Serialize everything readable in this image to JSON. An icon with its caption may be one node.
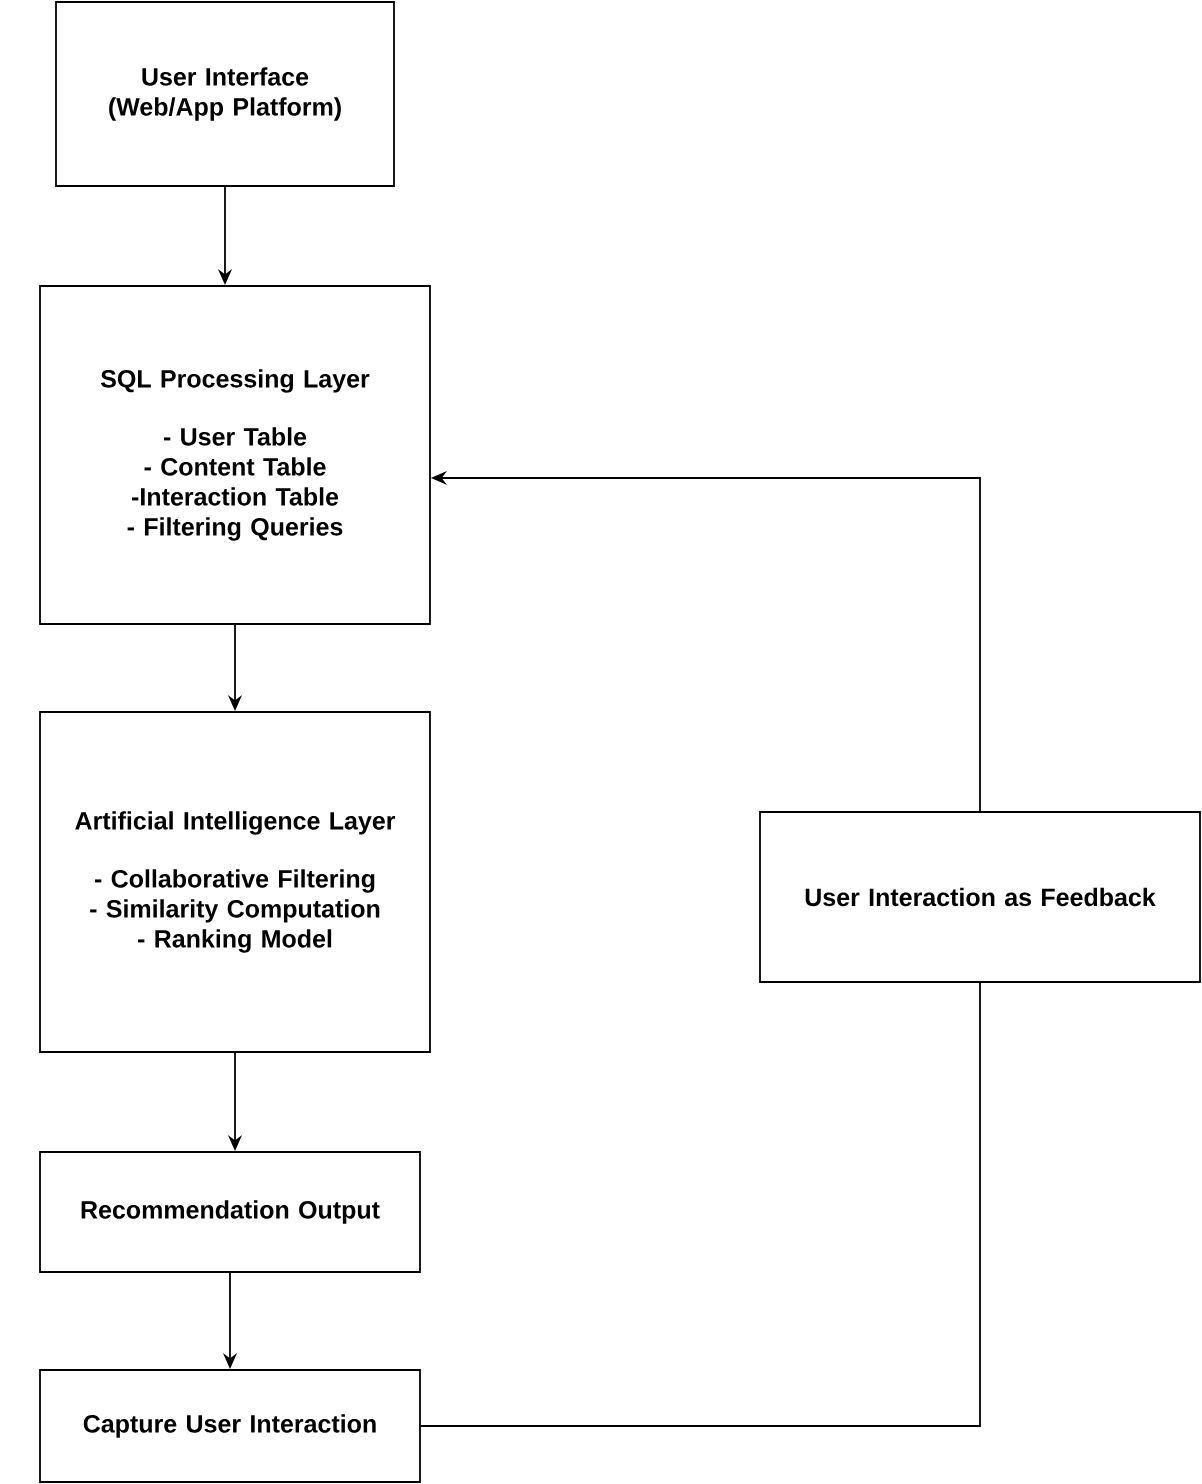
{
  "diagram": {
    "nodes": [
      {
        "text": [
          "User Interface (Web/App Platform)"
        ]
      },
      {
        "text": [
          "SQL Processing Layer",
          "- User Table",
          "- Content Table",
          "-Interaction Table",
          "- Filtering Queries"
        ]
      },
      {
        "text": [
          "Artificial Intelligence Layer",
          "- Collaborative Filtering",
          "- Similarity Computation",
          "- Ranking Model"
        ]
      },
      {
        "text": [
          "Recommendation Output"
        ]
      },
      {
        "text": [
          "Capture User Interaction"
        ]
      },
      {
        "text": [
          "User Interaction as Feedback"
        ]
      }
    ],
    "edges": [
      {
        "from": 0,
        "to": 1,
        "arrow": "to"
      },
      {
        "from": 1,
        "to": 2,
        "arrow": "to"
      },
      {
        "from": 2,
        "to": 3,
        "arrow": "to"
      },
      {
        "from": 3,
        "to": 4,
        "arrow": "to"
      },
      {
        "from": 4,
        "to": 5,
        "arrow": "none"
      },
      {
        "from": 5,
        "to": 1,
        "arrow": "to"
      }
    ]
  }
}
